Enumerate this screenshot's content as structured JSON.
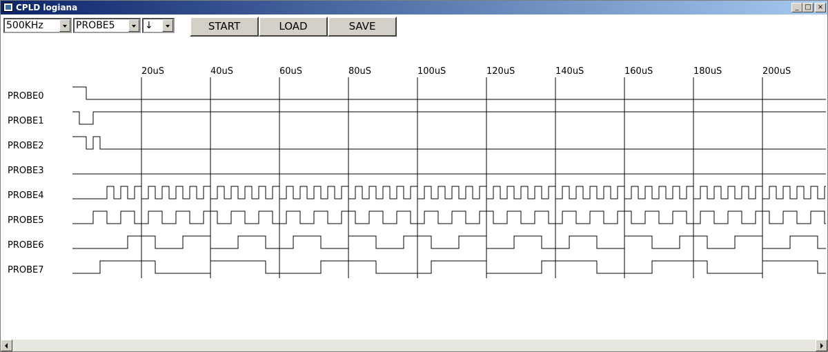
{
  "window": {
    "title": "CPLD logiana"
  },
  "caption_buttons": {
    "minimize": "_",
    "maximize": "□",
    "close": "×"
  },
  "toolbar": {
    "clock_select": "500KHz",
    "probe_select": "PROBE5",
    "edge_select": "↓",
    "start_label": "START",
    "load_label": "LOAD",
    "save_label": "SAVE"
  },
  "chart_data": {
    "type": "line",
    "x_unit": "uS",
    "xlim": [
      0,
      220
    ],
    "x_ticks": [
      {
        "value": 20,
        "label": "20uS"
      },
      {
        "value": 40,
        "label": "40uS"
      },
      {
        "value": 60,
        "label": "60uS"
      },
      {
        "value": 80,
        "label": "80uS"
      },
      {
        "value": 100,
        "label": "100uS"
      },
      {
        "value": 120,
        "label": "120uS"
      },
      {
        "value": 140,
        "label": "140uS"
      },
      {
        "value": 160,
        "label": "160uS"
      },
      {
        "value": 180,
        "label": "180uS"
      },
      {
        "value": 200,
        "label": "200uS"
      }
    ],
    "grid": true,
    "series": [
      {
        "name": "PROBE0",
        "initial": 1,
        "transitions": [
          4
        ]
      },
      {
        "name": "PROBE1",
        "initial": 1,
        "transitions": [
          2,
          6
        ]
      },
      {
        "name": "PROBE2",
        "initial": 1,
        "transitions": [
          4,
          6,
          8
        ]
      },
      {
        "name": "PROBE3",
        "initial": 0,
        "transitions": []
      },
      {
        "name": "PROBE4",
        "initial": 0,
        "clock": {
          "start": 10,
          "half_period": 2,
          "end": 220
        }
      },
      {
        "name": "PROBE5",
        "initial": 0,
        "clock": {
          "start": 6,
          "half_period": 4,
          "end": 220
        }
      },
      {
        "name": "PROBE6",
        "initial": 0,
        "clock": {
          "start": 16,
          "half_period": 8,
          "end": 220
        }
      },
      {
        "name": "PROBE7",
        "initial": 0,
        "clock": {
          "start": 8,
          "half_period": 16,
          "end": 220
        }
      }
    ]
  }
}
